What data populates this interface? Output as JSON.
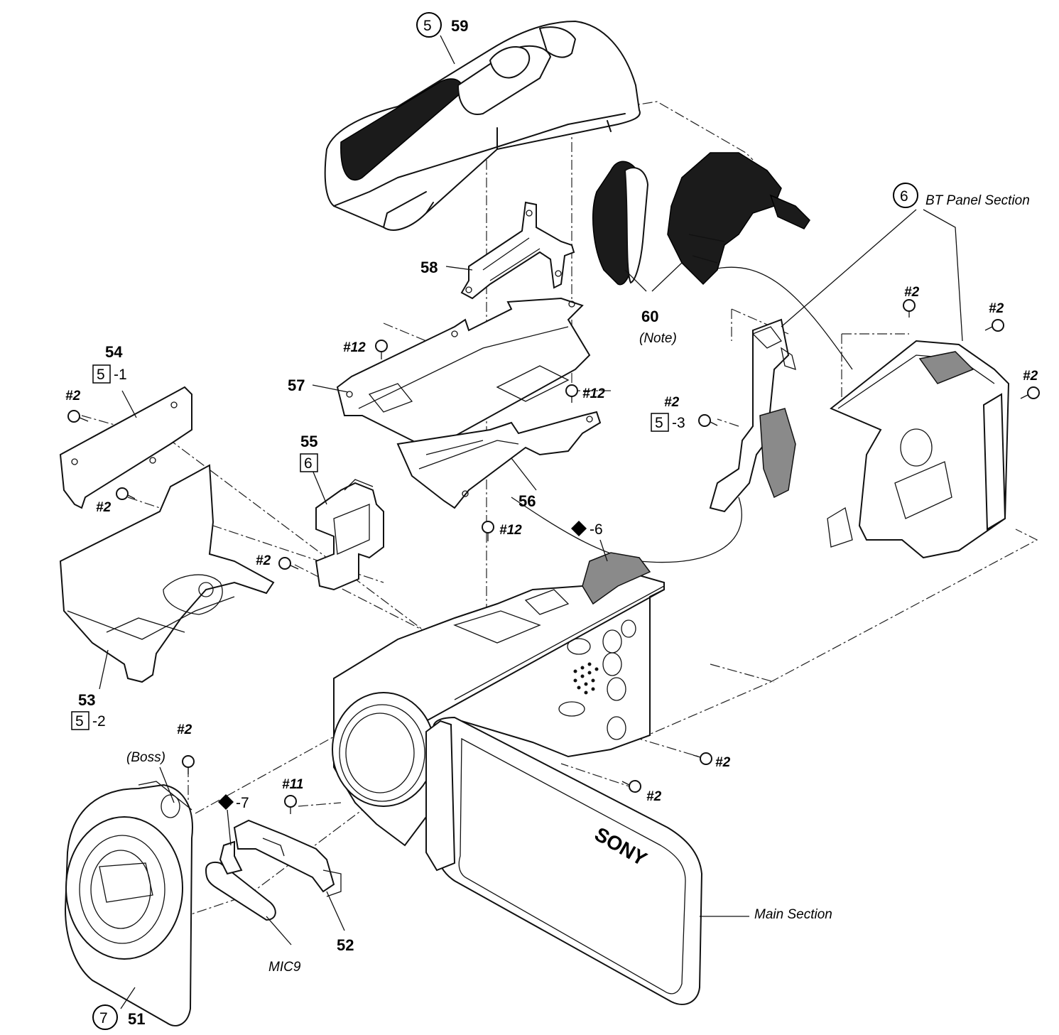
{
  "labels": {
    "p59": "59",
    "p58": "58",
    "p57": "57",
    "p56": "56",
    "p55": "55",
    "p54": "54",
    "p53": "53",
    "p52": "52",
    "p51": "51",
    "p60": "60",
    "note": "(Note)",
    "boss": "(Boss)",
    "mic": "MIC9",
    "bt_section": "BT Panel Section",
    "main_section": "Main Section",
    "ref5": "5",
    "ref6": "6",
    "ref7": "7",
    "box5": "5",
    "box6": "6",
    "sub1": "-1",
    "sub2": "-2",
    "sub3": "-3",
    "diamond6": "-6",
    "diamond7": "-7",
    "screw2": "#2",
    "screw11": "#11",
    "screw12": "#12",
    "brand": "SONY"
  }
}
